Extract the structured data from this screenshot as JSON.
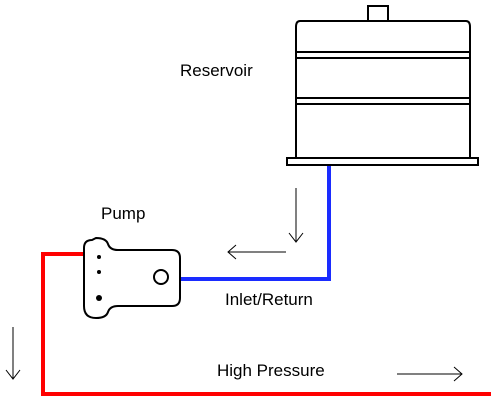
{
  "labels": {
    "reservoir": "Reservoir",
    "pump": "Pump",
    "inlet_return": "Inlet/Return",
    "high_pressure": "High Pressure"
  },
  "colors": {
    "inlet_line": "#1a2cff",
    "high_pressure_line": "#ff0000",
    "outline": "#000000",
    "background": "#ffffff"
  }
}
